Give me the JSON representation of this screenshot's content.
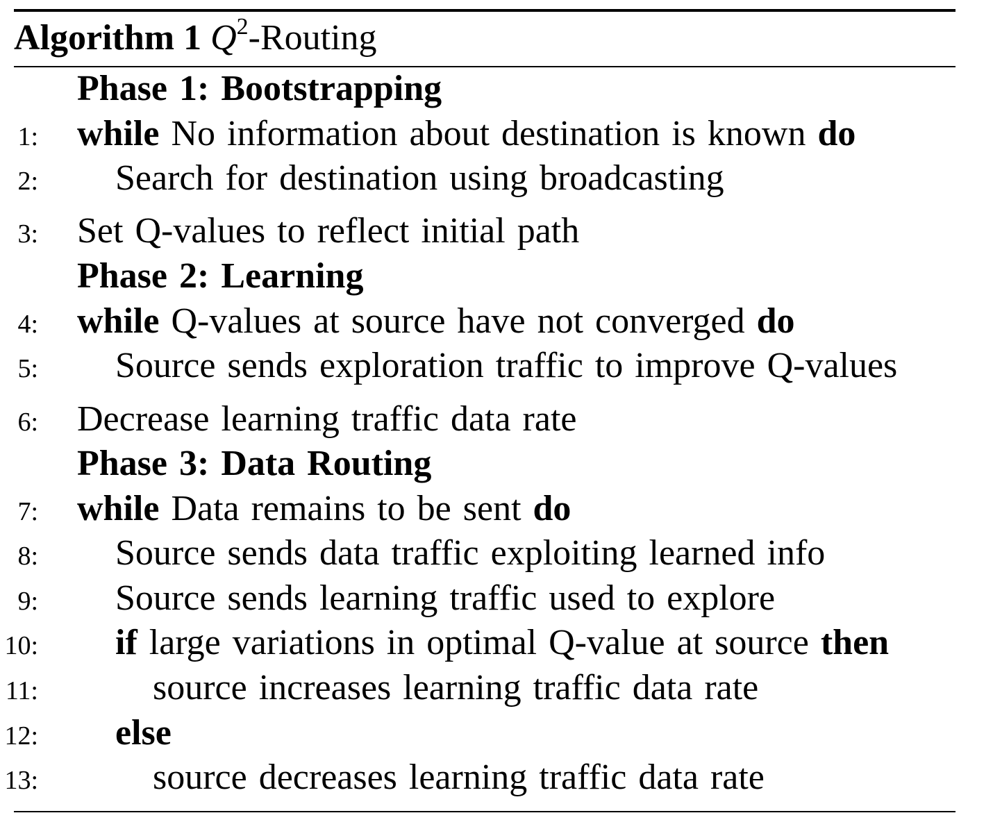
{
  "caption": {
    "label": "Algorithm 1",
    "name_base": "Q",
    "name_sup": "2",
    "name_rest": "-Routing"
  },
  "phases": [
    "Phase 1: Bootstrapping",
    "Phase 2: Learning",
    "Phase 3: Data Routing"
  ],
  "steps": [
    {
      "n": "1:",
      "kw": "while",
      "text": "No information about destination is known",
      "kw_end": "do"
    },
    {
      "n": "2:",
      "text": "Search for destination using broadcasting"
    },
    {
      "n": "3:",
      "text": "Set Q-values to reflect initial path"
    },
    {
      "n": "4:",
      "kw": "while",
      "text": "Q-values at source have not converged",
      "kw_end": "do"
    },
    {
      "n": "5:",
      "text": "Source sends exploration traffic to improve Q-values"
    },
    {
      "n": "6:",
      "text": "Decrease learning traffic data rate"
    },
    {
      "n": "7:",
      "kw": "while",
      "text": "Data remains to be sent",
      "kw_end": "do"
    },
    {
      "n": "8:",
      "text": "Source sends data traffic exploiting learned info"
    },
    {
      "n": "9:",
      "text": "Source sends learning traffic used to explore"
    },
    {
      "n": "10:",
      "kw": "if",
      "text": "large variations in optimal Q-value at source",
      "kw_end": "then"
    },
    {
      "n": "11:",
      "text": "source increases learning traffic data rate"
    },
    {
      "n": "12:",
      "kw": "else"
    },
    {
      "n": "13:",
      "text": "source decreases learning traffic data rate"
    }
  ]
}
